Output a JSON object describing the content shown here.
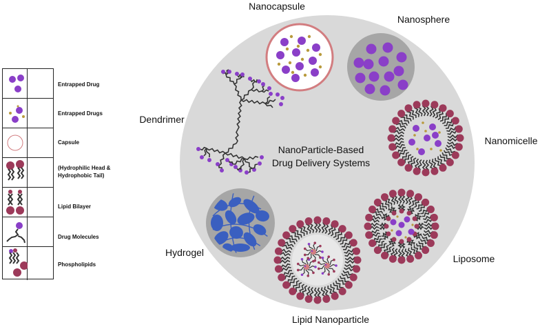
{
  "legend": {
    "items": [
      {
        "label": "Entrapped Drug"
      },
      {
        "label": "Entrapped Drugs"
      },
      {
        "label": "Capsule"
      },
      {
        "label": "(Hydrophilic Head &",
        "label2": "Hydrophobic Tail)"
      },
      {
        "label": "Lipid Bilayer"
      },
      {
        "label": "Drug Molecules"
      },
      {
        "label": "Phospholipids"
      }
    ]
  },
  "diagram": {
    "center_line1": "NanoParticle-Based",
    "center_line2": "Drug Delivery Systems",
    "systems": {
      "nanocapsule": "Nanocapsule",
      "nanosphere": "Nanosphere",
      "dendrimer": "Dendrimer",
      "nanomicelle": "Nanomicelle",
      "hydrogel": "Hydrogel",
      "liposome": "Liposome",
      "lipid_nanoparticle": "Lipid Nanoparticle"
    }
  },
  "colors": {
    "background_disc": "#d9d9d9",
    "drug_purple": "#8a3fc8",
    "drug_gold": "#b89a3c",
    "capsule_pink": "#d27d80",
    "lipid_head": "#9c3a5a",
    "tail_dark": "#333333",
    "hydrogel_blue": "#3a5fc0",
    "nanosphere_grey": "#a6a6a6"
  }
}
